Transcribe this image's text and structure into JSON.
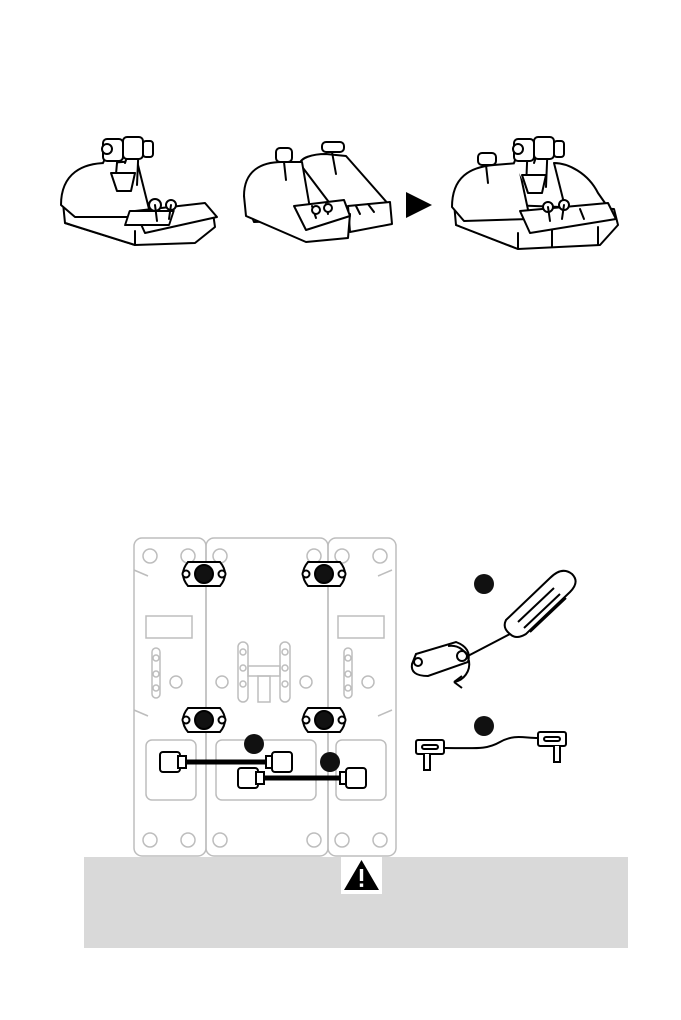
{
  "page": {
    "background": "#ffffff"
  },
  "illustrations": {
    "top_row": [
      "throttle-quadrant-airliner",
      "throttle-quadrant-addon-pair",
      "next-arrow-icon",
      "throttle-quadrant-assembled"
    ],
    "assembly": [
      "baseplate-assembly",
      "screwdriver-icon",
      "coupling-plate",
      "connection-cable"
    ]
  },
  "warning": {
    "icon": "warning-icon",
    "background": "#d9d9d9",
    "text": ""
  }
}
